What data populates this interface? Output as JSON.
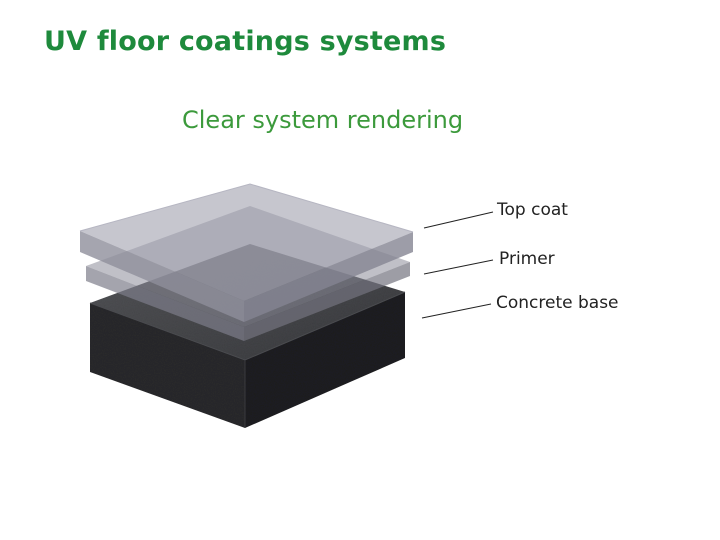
{
  "title": "UV floor coatings systems",
  "subtitle": "Clear system rendering",
  "layers": [
    {
      "label": "Top coat"
    },
    {
      "label": "Primer"
    },
    {
      "label": "Concrete base"
    }
  ],
  "colors": {
    "title": "#1e8a3c",
    "subtitle": "#3c9a3c",
    "concrete": "#2e2e30",
    "primer": "#8a8a95",
    "top_coat": "#9a9aa8"
  }
}
